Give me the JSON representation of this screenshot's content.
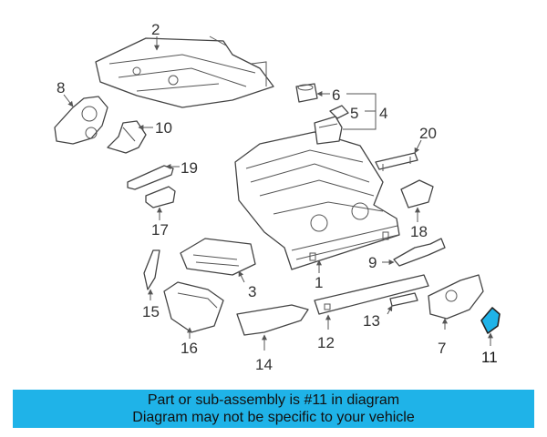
{
  "callouts": {
    "p1": "1",
    "p2": "2",
    "p3": "3",
    "p4": "4",
    "p5": "5",
    "p6": "6",
    "p7": "7",
    "p8": "8",
    "p9": "9",
    "p10": "10",
    "p11": "11",
    "p12": "12",
    "p13": "13",
    "p14": "14",
    "p15": "15",
    "p16": "16",
    "p17": "17",
    "p18": "18",
    "p19": "19",
    "p20": "20"
  },
  "banner": {
    "line1": "Part or sub-assembly is #11 in diagram",
    "line2": "Diagram may not be specific to your vehicle"
  },
  "colors": {
    "banner_bg": "#1fb3e8",
    "highlight_part": "#1fb3e8"
  }
}
